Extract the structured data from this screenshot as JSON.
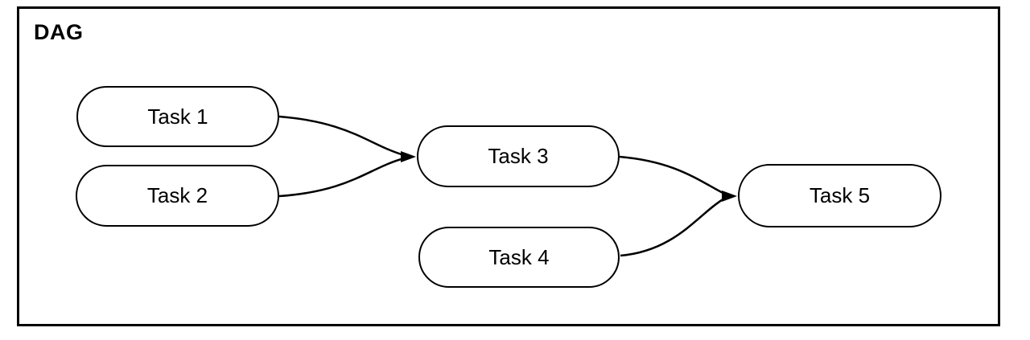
{
  "diagram": {
    "title": "DAG",
    "type": "directed-acyclic-graph",
    "nodes": [
      {
        "id": "task1",
        "label": "Task 1"
      },
      {
        "id": "task2",
        "label": "Task 2"
      },
      {
        "id": "task3",
        "label": "Task 3"
      },
      {
        "id": "task4",
        "label": "Task 4"
      },
      {
        "id": "task5",
        "label": "Task 5"
      }
    ],
    "edges": [
      {
        "from": "Task 1",
        "to": "Task 3"
      },
      {
        "from": "Task 2",
        "to": "Task 3"
      },
      {
        "from": "Task 3",
        "to": "Task 5"
      },
      {
        "from": "Task 4",
        "to": "Task 5"
      }
    ],
    "colors": {
      "stroke": "#000000",
      "node_fill": "#ffffff",
      "background": "#ffffff"
    }
  }
}
